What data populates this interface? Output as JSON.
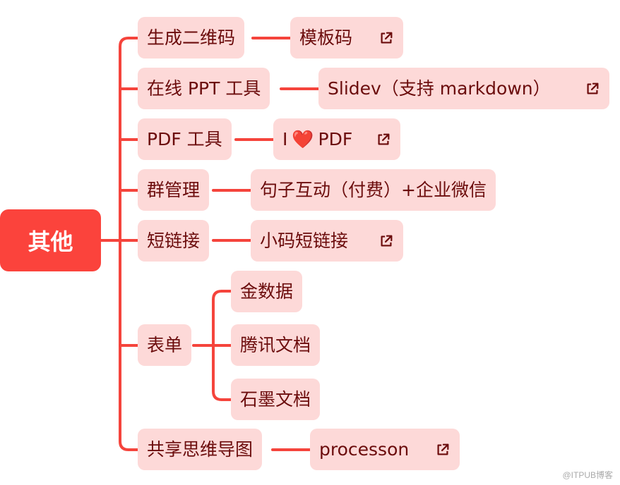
{
  "root": {
    "label": "其他"
  },
  "branches": [
    {
      "label": "生成二维码",
      "children": [
        {
          "label": "模板码",
          "link": true
        }
      ]
    },
    {
      "label": "在线 PPT 工具",
      "children": [
        {
          "label": "Slidev（支持 markdown）",
          "link": true
        }
      ]
    },
    {
      "label": "PDF 工具",
      "children": [
        {
          "label_prefix": "I",
          "icon": "heart",
          "heart_glyph": "❤️",
          "label_suffix": "PDF",
          "link": true
        }
      ]
    },
    {
      "label": "群管理",
      "children": [
        {
          "label": "句子互动（付费）+企业微信",
          "link": false
        }
      ]
    },
    {
      "label": "短链接",
      "children": [
        {
          "label": "小码短链接",
          "link": true
        }
      ]
    },
    {
      "label": "表单",
      "children": [
        {
          "label": "金数据",
          "link": false
        },
        {
          "label": "腾讯文档",
          "link": false
        },
        {
          "label": "石墨文档",
          "link": false
        }
      ]
    },
    {
      "label": "共享思维导图",
      "children": [
        {
          "label": "processon",
          "link": true
        }
      ]
    }
  ],
  "watermark": "@ITPUB博客",
  "colors": {
    "accent": "#fb433c",
    "node_bg": "#fdd9d8",
    "node_text": "#6b0c0c",
    "line": "#f5443c"
  }
}
